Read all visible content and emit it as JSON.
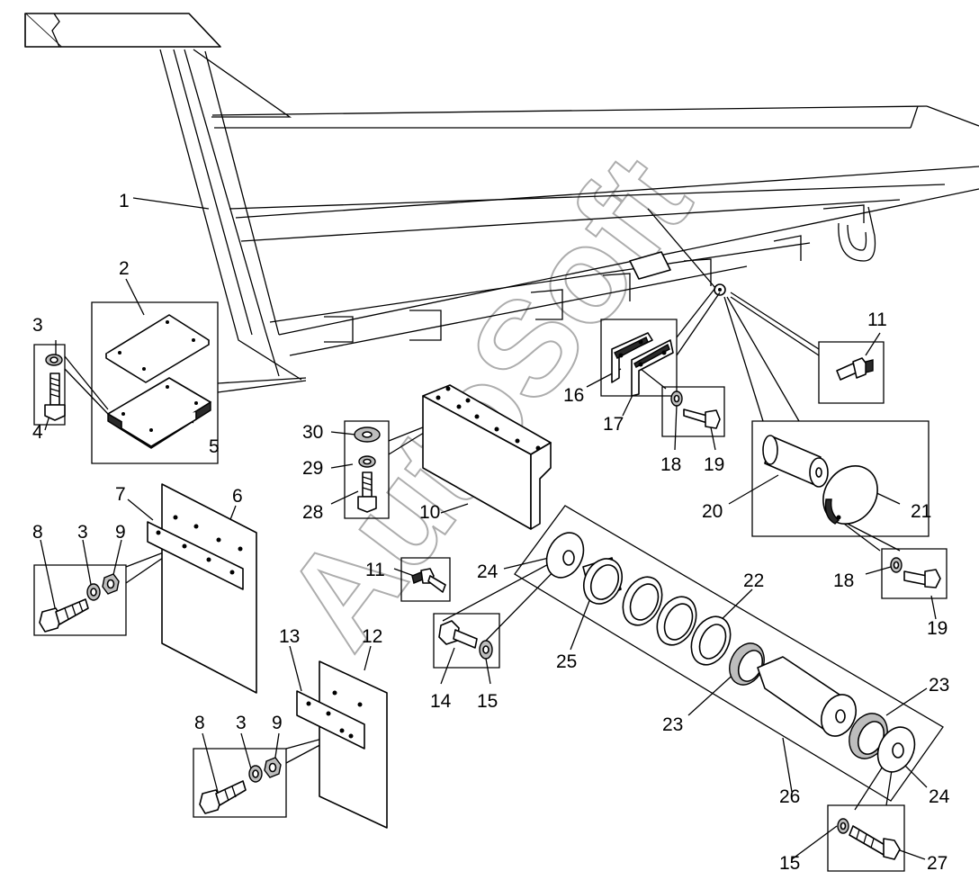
{
  "watermark": "AutoSoft",
  "labels": {
    "l1": "1",
    "l2": "2",
    "l3a": "3",
    "l3b": "3",
    "l3c": "3",
    "l4": "4",
    "l5": "5",
    "l6": "6",
    "l7": "7",
    "l8a": "8",
    "l8b": "8",
    "l9a": "9",
    "l9b": "9",
    "l10": "10",
    "l11a": "11",
    "l11b": "11",
    "l12": "12",
    "l13": "13",
    "l14": "14",
    "l15a": "15",
    "l15b": "15",
    "l16": "16",
    "l17": "17",
    "l18a": "18",
    "l18b": "18",
    "l19a": "19",
    "l19b": "19",
    "l20": "20",
    "l21": "21",
    "l22": "22",
    "l23a": "23",
    "l23b": "23",
    "l24a": "24",
    "l24b": "24",
    "l25": "25",
    "l26": "26",
    "l27": "27",
    "l28": "28",
    "l29": "29",
    "l30": "30"
  }
}
